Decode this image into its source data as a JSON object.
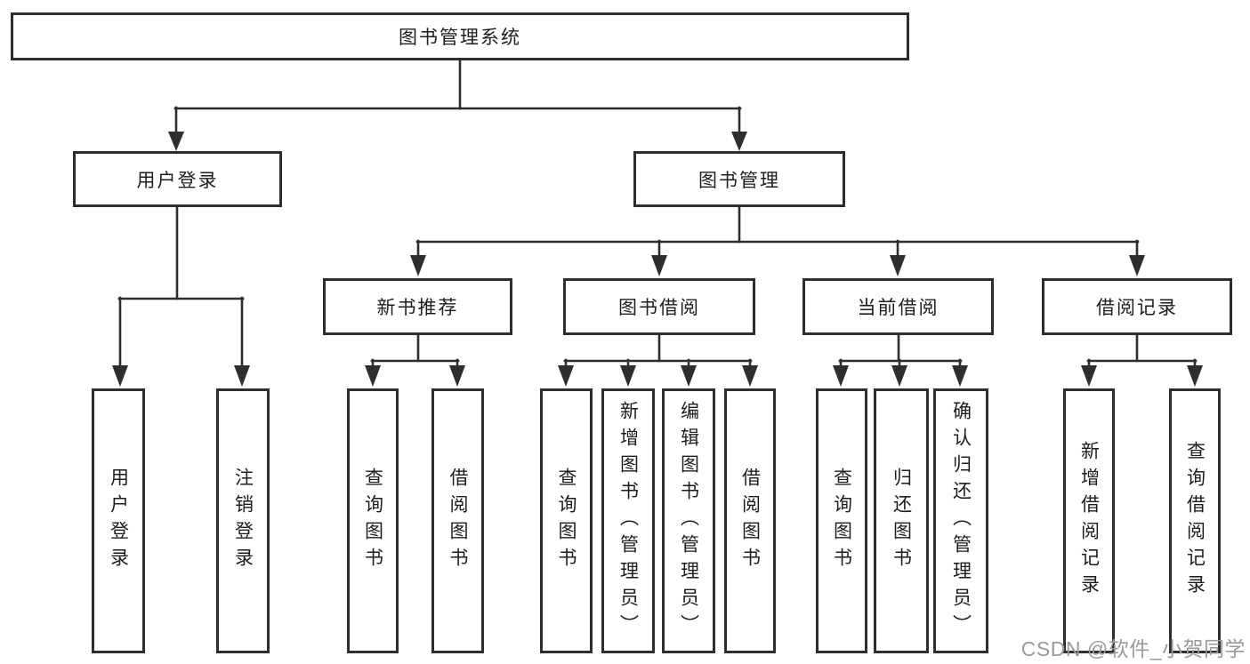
{
  "nodes": {
    "root": "图书管理系统",
    "user_login": "用户登录",
    "book_management": "图书管理",
    "new_book_recommend": "新书推荐",
    "book_borrowing": "图书借阅",
    "current_borrowing": "当前借阅",
    "borrowing_records": "借阅记录",
    "leaf_user_login": "用户登录",
    "leaf_logout_login": "注销登录",
    "recommend_query_books": "查询图书",
    "recommend_borrow_books": "借阅图书",
    "borrowing_query_books": "查询图书",
    "borrowing_add_books": "新增图书（管理员）",
    "borrowing_edit_books": "编辑图书（管理员）",
    "borrowing_borrow_books": "借阅图书",
    "current_query_books": "查询图书",
    "current_return_books": "归还图书",
    "current_confirm_return": "确认归还（管理员）",
    "records_add_record": "新增借阅记录",
    "records_query_record": "查询借阅记录"
  },
  "watermark": "CSDN @软件_小贺同学",
  "colors": {
    "line": "#2e2e2e",
    "text": "#1d1d1d",
    "watermark": "#9a9a9a",
    "background": "#ffffff"
  }
}
